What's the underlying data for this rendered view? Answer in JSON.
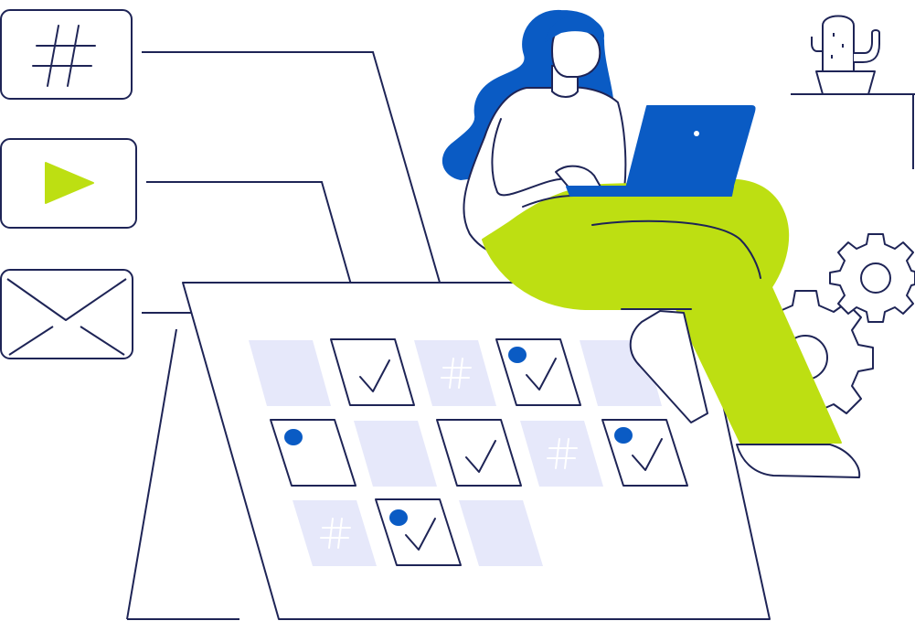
{
  "illustration": {
    "subject": "content-calendar-scene",
    "icons": [
      {
        "name": "hashtag-icon",
        "label": ""
      },
      {
        "name": "play-icon",
        "label": ""
      },
      {
        "name": "envelope-icon",
        "label": ""
      }
    ],
    "calendar": {
      "rows": [
        [
          "empty",
          "check",
          "hashtag",
          "check-dot",
          "empty"
        ],
        [
          "dot",
          "empty",
          "check",
          "hashtag",
          "check-dot"
        ],
        [
          "hashtag",
          "check-dot",
          "empty"
        ]
      ]
    }
  },
  "colors": {
    "outline": "#1e2456",
    "lime": "#bddf12",
    "blue": "#0a5bc4",
    "lavender": "#e6e8fa",
    "white": "#ffffff"
  }
}
